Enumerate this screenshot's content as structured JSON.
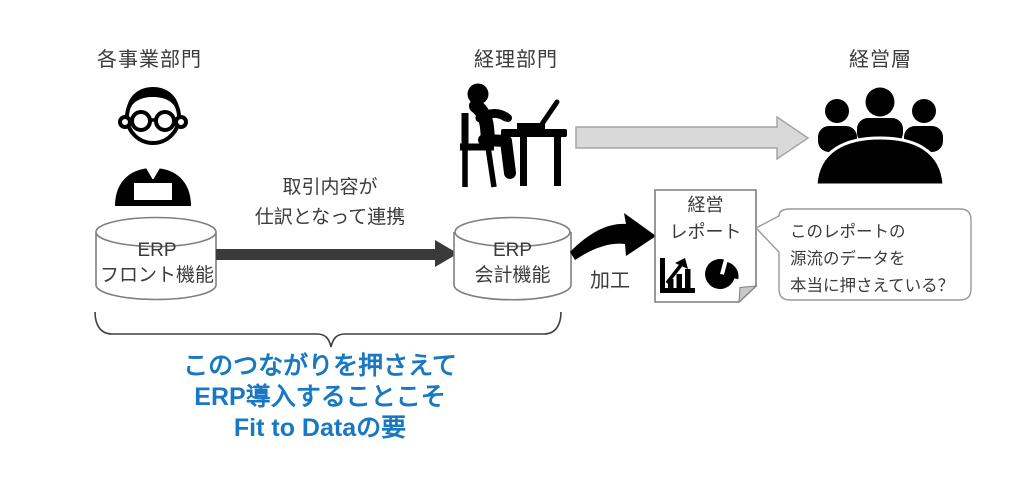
{
  "colors": {
    "accent_blue": "#1878c2",
    "text_dark": "#3b3b3b",
    "arrow_dark": "#3a3a3a",
    "block_arrow_fill": "#d9d9d9",
    "block_arrow_stroke": "#a6a6a6",
    "shape_outline": "#7f7f7f",
    "icon_black": "#000000",
    "fold_gray": "#c9c9c9"
  },
  "headers": {
    "business_dept": "各事業部門",
    "accounting_dept": "経理部門",
    "management": "経営層"
  },
  "nodes": {
    "erp_front": "ERP\nフロント機能",
    "erp_accounting": "ERP\n会計機能",
    "report_title": "経営\nレポート"
  },
  "annotations": {
    "journal_link": "取引内容が\n仕訳となって連携",
    "processing": "加工",
    "bubble_question": "このレポートの\n源流のデータを\n本当に押さえている？",
    "key_message": "このつながりを押さえて\nERP導入することこそ\nFit to Dataの要"
  },
  "icons": {
    "business_person": "person-with-glasses-laptop-icon",
    "accounting_person": "person-at-desk-icon",
    "management_group": "meeting-table-icon",
    "report_bar_chart": "bar-chart-icon",
    "report_pie_chart": "pie-chart-icon"
  }
}
